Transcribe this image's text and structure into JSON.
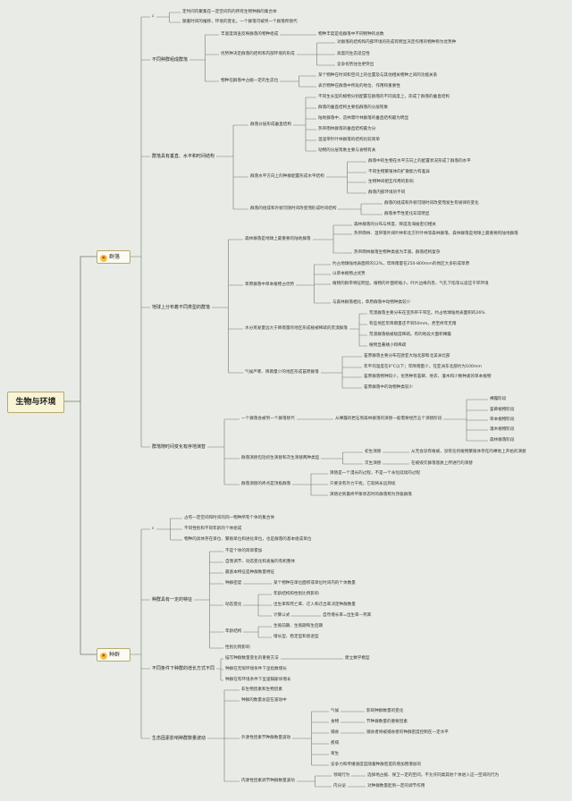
{
  "root": "生物与环境",
  "community": {
    "label": "群落",
    "c": "c",
    "def1": "定时间内聚集在一定空间内的所有生物种群的集合体",
    "def2": "随着时间的推移，环境的变化，一个群落可被另一个群落所替代",
    "b1": {
      "label": "不同种群组成群落",
      "s1": "丰富度调查反映群落的物种组成",
      "s1a": "物种丰度是指群落中不同物种的总数",
      "s2": "优势种决定群落的结构和内部环境的形成",
      "s2a": "对群落的结构和内部环境的形成有明显决定作用的物种称为优势种",
      "s2b": "高度的生态适应性",
      "s2c": "竞争优势往往更突出",
      "s3": "物种在群落中占据一定的生态位",
      "s3a": "某个物种在时间和空间上的位置及与其他相关物种之间的功能关系",
      "s3b": "表示物种在群落中所处的地位、作用和重要性"
    },
    "b2": {
      "label": "群落具有垂直、水平和时间结构",
      "v": "群落分层形成垂直结构",
      "v1": "不同生长型的植物分别配置在群落的不同高度上，形成了群落的垂直结构",
      "v2": "群落的垂直结构主要指群落的分层现象",
      "v3": "陆地群落中，造林需叶林群落的垂直结构最为明显",
      "v4": "热带雨林群落的垂直结构最为分",
      "v5": "温温带针叶林群落的结构比较简单",
      "v6": "动物的分层现象主要与食物有关",
      "h": "群落水平方向上的种群配置形成水平结构",
      "h1": "群落中的生物在水平方向上的配置状况形成了群落的水平",
      "h2": "不同生物繁殖体的扩散能力有差异",
      "h3": "生物种间相互作用的影响",
      "h4": "群落内部环境的不同",
      "t": "群落的组成和外貌可随时间改变而形成时间结构",
      "t1": "群落的组成和外貌可随时间改变而发生有规律的变化",
      "t2": "群落季节性变化非常明显"
    },
    "b3": {
      "label": "地球上分布着不同类型的群落",
      "f": "森林群落是地球上最重要的陆地群落",
      "f1": "森林群落的分布与纬度、降度及海拔密切相关",
      "f2": "热带雨林、温带落叶阔叶林和北方针叶林等森林群落。森林群落是地球上最重要的陆地群落",
      "f3": "热带雨林群落生物种类极为丰富。群落结构复杂",
      "g": "草原群落中草本植物占优势",
      "g1": "约占地球陆地表面积的12%，年降雨量在250-800mm的地区大多形成草原",
      "g2": "以草本植物占优势",
      "g3": "植物的耐旱特征明显。植物的叶面积缩小，叶片边缘内卷，气孔下陷等以适应干旱环境",
      "g4": "与森林群落相比，草原群落中动物种类较少",
      "d": "水分蒸发量远大于降雨量的地区形成植被稀疏的荒漠群落",
      "d1": "荒漠群落主要分布在亚热带干旱区。约占地球陆地表面积的26%",
      "d2": "有些地区年降雨量还不到50mm。甚至终年无雨",
      "d3": "荒漠群落植被极度稀疏。有的地段大面积裸露",
      "d4": "植物显著矮小和稀疏",
      "tu": "气候严寒、降雨量少的地区形成苔原群落",
      "tu1": "苔原群落主要分布在欧亚大陆北部和北美洲北部",
      "tu2": "年平均温度在0°C以下；年降雨量少，在亚洲东北部约为100mm",
      "tu3": "苔原群落物种较少，优势种有苔藓、地衣、灌木和少数种类的草本植物",
      "tu4": "苔原群落中的动物种类较少"
    },
    "b4": {
      "label": "群落随时间变化有序地演替",
      "r": "一个群落会被另一个群落替代",
      "r1": "从裸露的岩石到森林群落的演替一般需要经历五个演替阶段",
      "st1": "裸露阶段",
      "st2": "苔藓植物阶段",
      "st3": "草本植物阶段",
      "st4": "灌木植物阶段",
      "st5": "森林群落阶段",
      "p": "群落演替包括初生演替和次生演替两种类型",
      "p1": "初生演替",
      "p1a": "从无会没有植被，没有任何植物繁殖体存在的裸地上开始的演替",
      "p2": "次生演替",
      "p2a": "在被毁灭群落基质上所进行的演替",
      "e": "群落演替的终点是顶极群落",
      "e1": "演替是一个漫长的过程，不是一个永恒延续的过程",
      "e2": "只要没有外力干扰，它就将永远持续",
      "e3": "演替达到最终平衡状态时的群落称为顶极群落"
    }
  },
  "population": {
    "label": "种群",
    "c": "c",
    "def1": "占有一定空间和时间的同一物种所有个体的集合体",
    "def2": "不同性别和不同年龄的个体组成",
    "def3": "物种的具体存在单位、繁殖单位和进化单位，也是群落的基本组成单位",
    "b1": {
      "label": "种群具有一定的特征",
      "a1": "不是个体的简单累加",
      "a2": "自我调节、动态变化和发展的有机整体",
      "a3": "最基本特征是种群数量特征",
      "den": "种群密度",
      "den1": "某个物种在单位面积或单位时间内的个体数量",
      "dyn": "动态变化",
      "dyn1": "年龄结构和性别比例影响",
      "dyn2": "出生率和死亡率、迁入和迁出率决定种群数量",
      "calc": "计算公式",
      "calc1": "自然增长率=出生率—死率",
      "age": "年龄结构",
      "age1": "生殖前期、生殖期和生后期",
      "age2": "增长型、稳定型和衰退型",
      "sex": "性别比例影响"
    },
    "b2": {
      "label": "不同条件下种群的增长方式不同",
      "m": "描写种群数量变化的重要方法",
      "m1": "建立数学模型",
      "j": "种群在无限环境条件下呈指数增长",
      "s": "种群在有环境条件下呈逻辑斯谛增长"
    },
    "b3": {
      "label": "生态因素影响种群数量波动",
      "x1": "非生物因素和生物因素",
      "x2": "种群的数量总是在波动中",
      "out": "外源性因素节种群数量波动",
      "o1": "气候",
      "o1a": "影响种群数量的变化",
      "o2": "食物",
      "o2a": "节种群数量的重要因素",
      "o3": "捕食",
      "o3a": "捕食者将被捕食者的种群密度控制在一定水平",
      "o4": "疾病",
      "o5": "寄生",
      "o6": "竞争力和传播速度是随着种群密度的增加而增加的",
      "in": "内源性因素调节种群数量波动",
      "i1": "领域行为",
      "i1a": "选择地占据、保卫一定的空间，不允许同类其他个体进入这一空间的行为",
      "i2": "内分泌",
      "i2a": "对种群数量起到一定的调节作用"
    }
  }
}
